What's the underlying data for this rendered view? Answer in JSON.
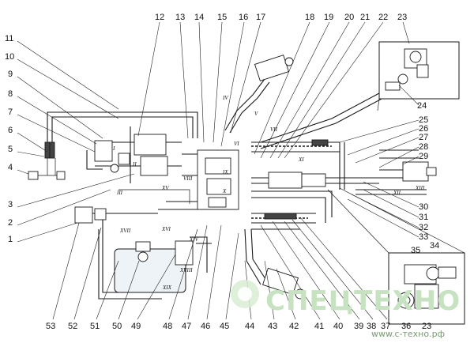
{
  "numbers_top": [
    "12",
    "13",
    "14",
    "15",
    "16",
    "17",
    "18",
    "19",
    "20",
    "21",
    "22",
    "23"
  ],
  "numbers_left": [
    "11",
    "10",
    "9",
    "8",
    "7",
    "6",
    "5",
    "4",
    "3",
    "2",
    "1"
  ],
  "numbers_right": [
    "24",
    "25",
    "26",
    "27",
    "28",
    "29",
    "30",
    "31",
    "32",
    "33",
    "34",
    "35"
  ],
  "numbers_bottom": [
    "53",
    "52",
    "51",
    "50",
    "49",
    "48",
    "47",
    "46",
    "45",
    "44",
    "43",
    "42",
    "41",
    "40",
    "39",
    "38",
    "37",
    "36",
    "23"
  ],
  "roman": [
    "I",
    "II",
    "III",
    "IV",
    "V",
    "VI",
    "VII",
    "VIII",
    "IX",
    "X",
    "XI",
    "XII",
    "XIII",
    "XIV",
    "XV",
    "XVI",
    "XVII",
    "XVIII",
    "XIX"
  ],
  "watermark": {
    "brand": "СПЕЦТЕХНО",
    "url": "www.c-техно.рф"
  }
}
